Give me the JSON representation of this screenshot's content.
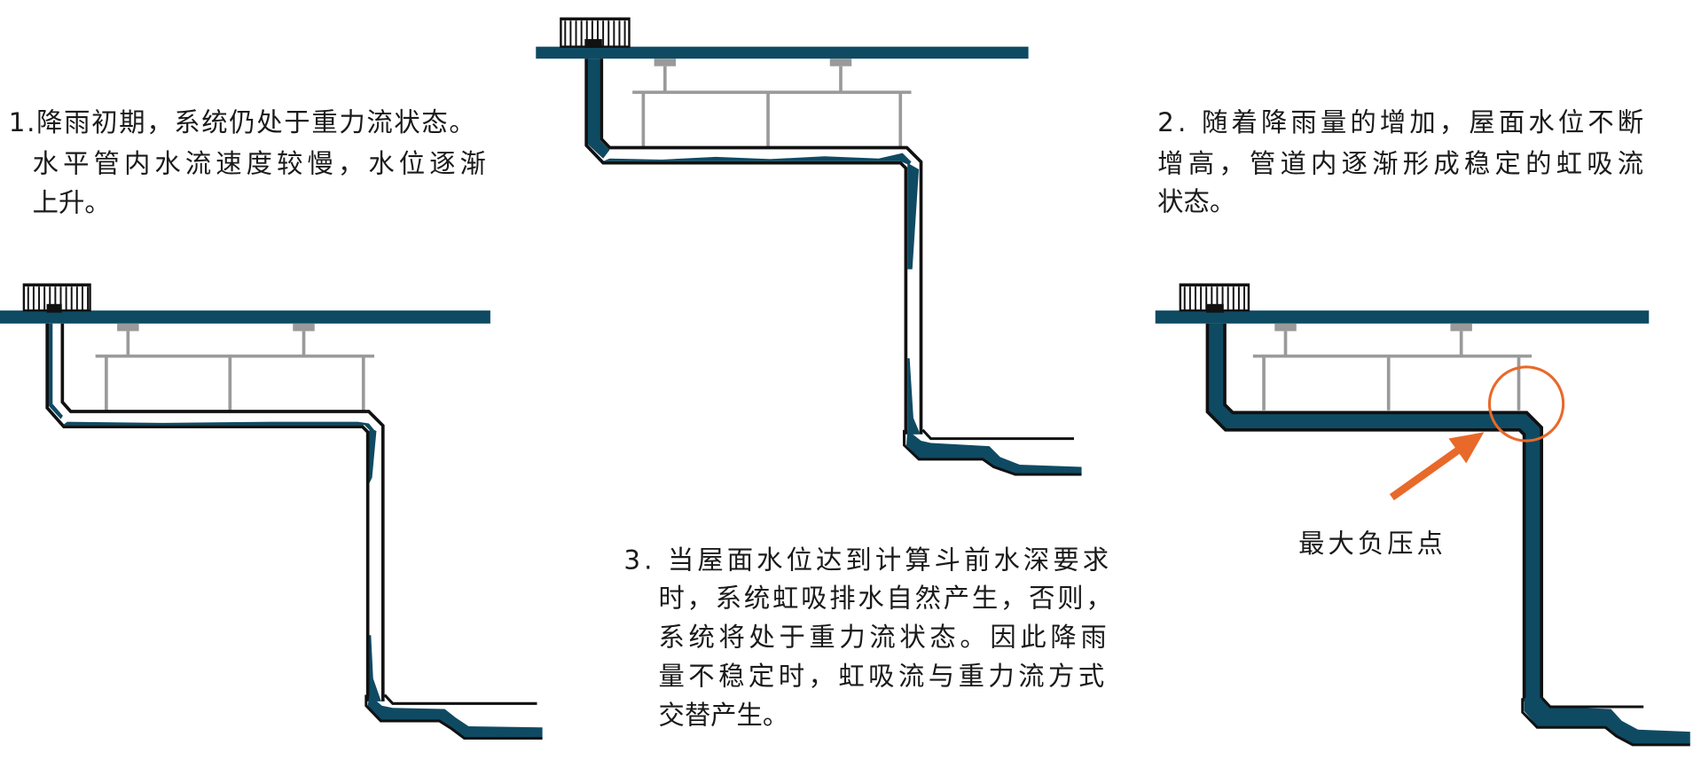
{
  "captions": {
    "stage1": {
      "lines": [
        "1.降雨初期，系统仍处于重力流状态。",
        "水平管内水流速度较慢，水位逐渐",
        "上升。"
      ]
    },
    "stage2": {
      "lines": [
        "2. 随着降雨量的增加，屋面水位不断",
        "增高，管道内逐渐形成稳定的虹吸流",
        "状态。"
      ]
    },
    "stage3": {
      "lines": [
        "3. 当屋面水位达到计算斗前水深要求",
        "时，系统虹吸排水自然产生，否则，",
        "系统将处于重力流状态。因此降雨",
        "量不稳定时，虹吸流与重力流方式",
        "交替产生。"
      ]
    }
  },
  "labels": {
    "max_negative_pressure_point": "最大负压点"
  },
  "colors": {
    "structure": "#0f4a63",
    "water": "#0f4a63",
    "outline": "#111111",
    "support": "#9a9a9a",
    "highlight": "#e8692a",
    "text": "#1a1a1a"
  }
}
